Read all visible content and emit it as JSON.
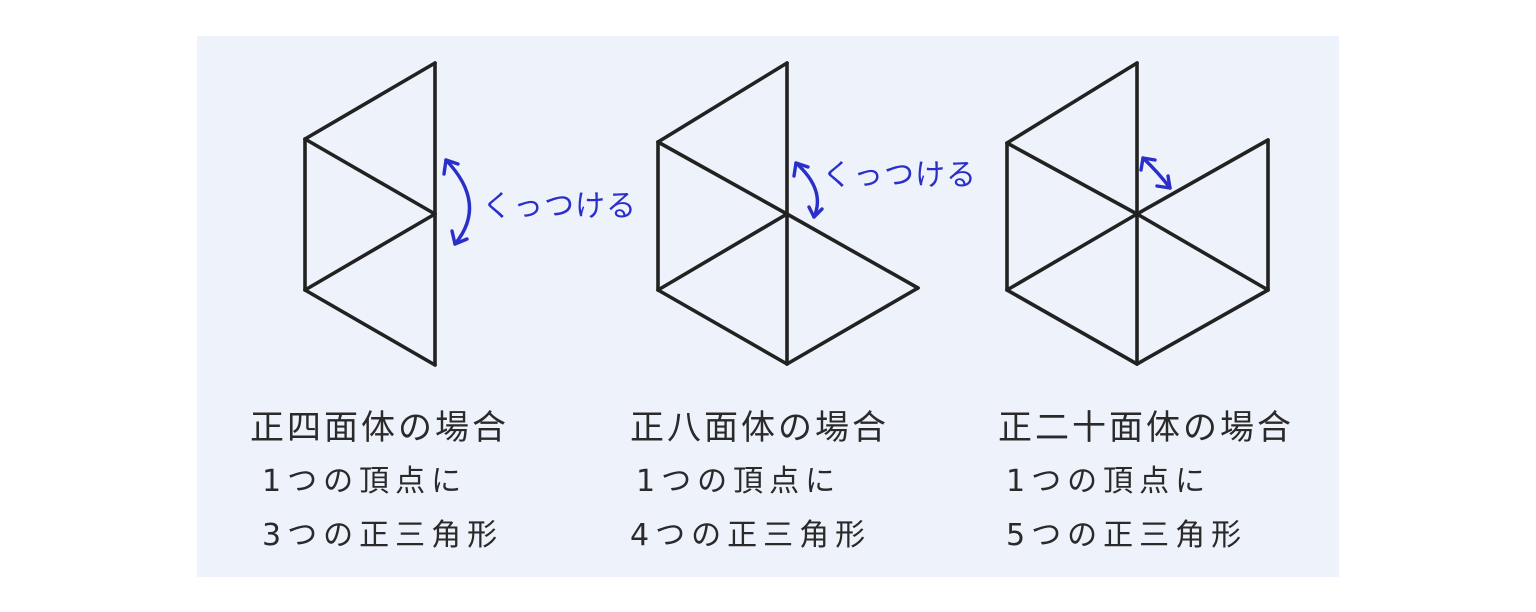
{
  "colors": {
    "panel_background": "#eef2fb",
    "line": "#222222",
    "annotation": "#2b2fc9"
  },
  "annotations": {
    "attach_text_1": "くっつける",
    "attach_text_2": "くっつける"
  },
  "cases": [
    {
      "title": "正四面体の場合",
      "line1": "1つの頂点に",
      "line2": "3つの正三角形"
    },
    {
      "title": "正八面体の場合",
      "line1": "1つの頂点に",
      "line2": "4つの正三角形"
    },
    {
      "title": "正二十面体の場合",
      "line1": "1つの頂点に",
      "line2": "5つの正三角形"
    }
  ]
}
